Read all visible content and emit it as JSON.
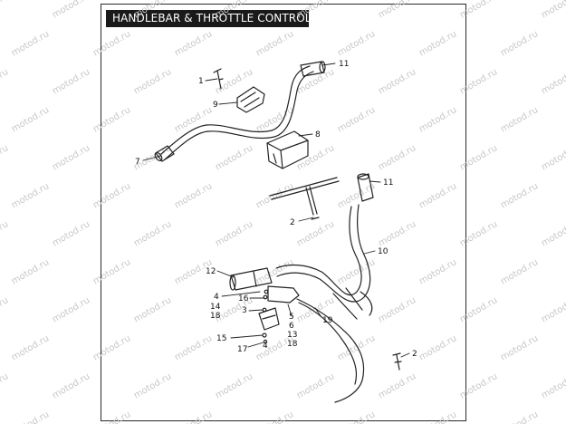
{
  "title": "HANDLEBAR & THROTTLE CONTROL",
  "watermark": "motod.ru",
  "callouts": {
    "c1": "1",
    "c9": "9",
    "c11a": "11",
    "c8": "8",
    "c7": "7",
    "c11b": "11",
    "c2a": "2",
    "c10": "10",
    "c12": "12",
    "c4a": "4",
    "c14": "14",
    "c18a": "18",
    "c3": "3",
    "c16": "16",
    "c5": "5",
    "c6": "6",
    "c13": "13",
    "c18b": "18",
    "c19": "19",
    "c15": "15",
    "c4b": "4",
    "c17": "17",
    "c2b": "2"
  },
  "colors": {
    "line": "#222222",
    "title_bg": "#1a1a1a",
    "title_fg": "#ffffff",
    "watermark": "#c8c8c8"
  }
}
